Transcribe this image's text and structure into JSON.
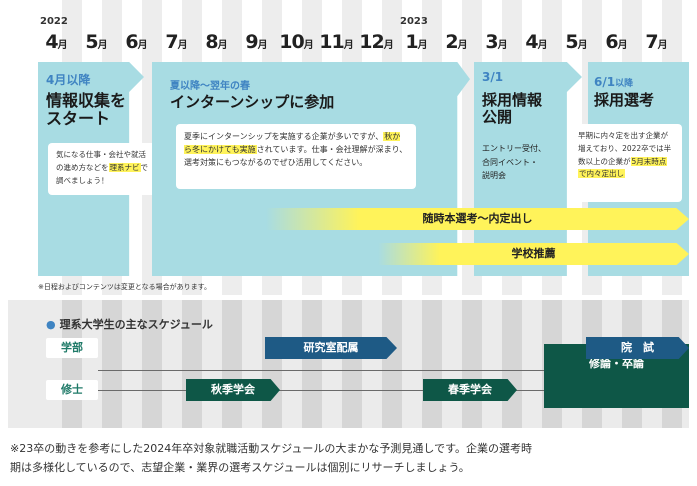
{
  "years": {
    "y2022": "2022",
    "y2023": "2023"
  },
  "month_suffix": "月",
  "months": [
    "4",
    "5",
    "6",
    "7",
    "8",
    "9",
    "10",
    "11",
    "12",
    "1",
    "2",
    "3",
    "4",
    "5",
    "6",
    "7"
  ],
  "phases": {
    "info": {
      "sub": "4月以降",
      "title_line1": "情報収集を",
      "title_line2": "スタート",
      "bubble_pre": "気になる仕事・会社や就活の進め方などを",
      "bubble_hl": "理系ナビ",
      "bubble_post": "で調べましょう！"
    },
    "intern": {
      "sub": "夏以降〜翌年の春",
      "title": "インターンシップに参加",
      "bubble_pre": "夏季にインターンシップを実施する企業が多いですが、",
      "bubble_hl": "秋から冬にかけても実施",
      "bubble_post": "されています。仕事・会社理解が深まり、選考対策にもつながるのでぜひ活用してください。"
    },
    "pr": {
      "sub": "3/1",
      "title_line1": "採用情報",
      "title_line2": "公開",
      "body_line1": "エントリー受付、",
      "body_line2": "合同イベント・",
      "body_line3": "説明会"
    },
    "selection": {
      "sub_date": "6/1",
      "sub_suffix": "以降",
      "title": "採用選考",
      "bubble_pre": "早期に内々定を出す企業が増えており、2022卒では半数以上の企業が",
      "bubble_hl1": "5月末時点",
      "bubble_mid": "",
      "bubble_hl2": "で内々定出し"
    }
  },
  "bands": {
    "anytime": "随時本選考〜内定出し",
    "school": "学校推薦"
  },
  "note_top": "※日程およびコンテンツは変更となる場合があります。",
  "panel": {
    "title": "理系大学生の主なスケジュール",
    "row_undergrad": "学部",
    "row_master": "修士",
    "lab": "研究室配属",
    "autumn": "秋季学会",
    "spring": "春季学会",
    "exam": "院　試",
    "thesis": "修論・卒論"
  },
  "footnote_line1": "※23卒の動きを参考にした2024年卒対象就職活動スケジュールの大まかな予測見通しです。企業の選考時",
  "footnote_line2": "期は多様化しているので、志望企業・業界の選考スケジュールは個別にリサーチしましょう。",
  "colors": {
    "phase": "#a8dce3",
    "accent_blue": "#3f84c2",
    "highlight": "#fff35a",
    "navy": "#1e5a85",
    "green": "#0e5747"
  }
}
